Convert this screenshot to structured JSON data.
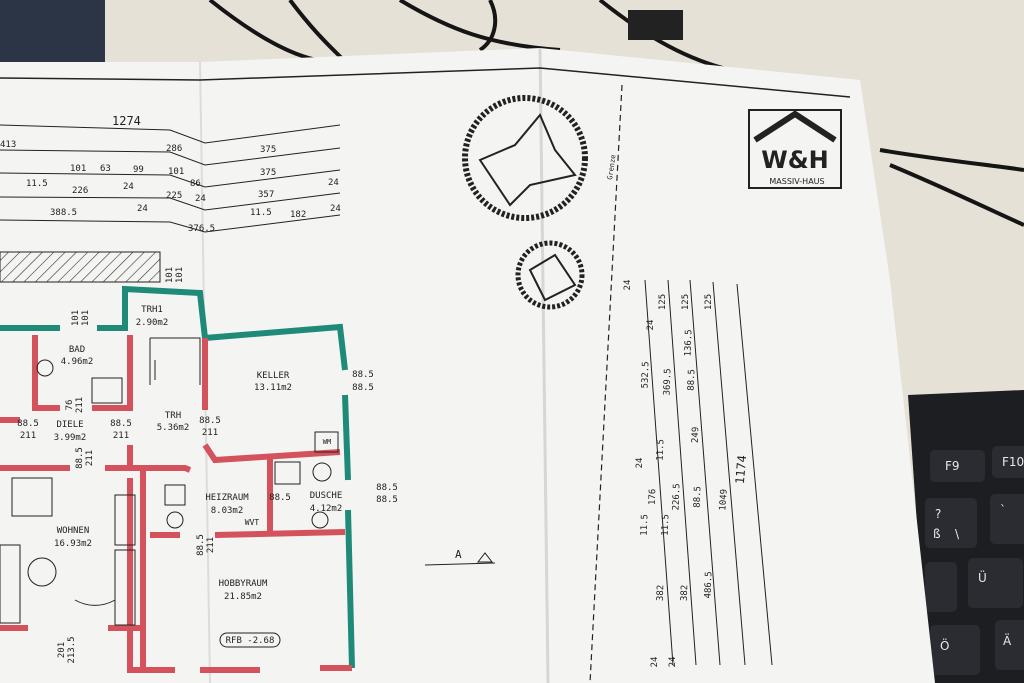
{
  "logo": {
    "brand": "W&H",
    "subtitle": "MASSIV-HAUS"
  },
  "boundary_label": "Grenze",
  "section_marker": "A",
  "top_dimensions": {
    "total": "1274",
    "values": [
      "413",
      "286",
      "375",
      "101",
      "63",
      "99",
      "101",
      "86",
      "375",
      "11.5",
      "226",
      "24",
      "225",
      "24",
      "357",
      "24",
      "388.5",
      "24",
      "376.5",
      "11.5",
      "182",
      "24"
    ]
  },
  "rooms": [
    {
      "name": "BAD",
      "area": "4.96m2"
    },
    {
      "name": "TRH1",
      "area": "2.90m2"
    },
    {
      "name": "KELLER",
      "area": "13.11m2"
    },
    {
      "name": "DIELE",
      "area": "3.99m2"
    },
    {
      "name": "TRH",
      "area": "5.36m2"
    },
    {
      "name": "HEIZRAUM",
      "area": "8.03m2"
    },
    {
      "name": "DUSCHE",
      "area": "4.12m2"
    },
    {
      "name": "WOHNEN",
      "area": "16.93m2"
    },
    {
      "name": "HOBBYRAUM",
      "area": "21.85m2"
    }
  ],
  "fixtures": {
    "washer": "WM",
    "wvt": "WVT",
    "floor_level": "RFB -2.68"
  },
  "openings": [
    {
      "w": "88.5",
      "h": "211"
    },
    {
      "w": "88.5",
      "h": "211"
    },
    {
      "w": "88.5",
      "h": "211"
    },
    {
      "w": "88.5",
      "h": "88.5"
    },
    {
      "w": "88.5",
      "h": "88.5"
    },
    {
      "w": "88.5",
      "h": ""
    },
    {
      "w": "76",
      "h": "211"
    },
    {
      "w": "88.5",
      "h": "211"
    },
    {
      "w": "88.5",
      "h": "211"
    },
    {
      "w": "101",
      "h": "101"
    },
    {
      "w": "101",
      "h": "101"
    },
    {
      "w": "201",
      "h": "213.5"
    }
  ],
  "side_dimensions": {
    "total": "1174",
    "values": [
      "24",
      "125",
      "125",
      "125",
      "24",
      "532.5",
      "369.5",
      "136.5",
      "88.5",
      "249",
      "24",
      "11.5",
      "176",
      "226.5",
      "88.5",
      "1049",
      "11.5",
      "11.5",
      "382",
      "382",
      "486.5",
      "24",
      "24"
    ]
  },
  "keyboard": {
    "keys": [
      "F9",
      "F10",
      "?",
      "ß",
      "\\",
      "Ü",
      "Ö",
      "Ä",
      "`"
    ]
  },
  "colors": {
    "exterior_wall": "#1f8a78",
    "interior_wall": "#d4525c",
    "paper": "#f4f4f2",
    "desk": "#e6e1d6",
    "keyboard": "#1c1e22"
  }
}
